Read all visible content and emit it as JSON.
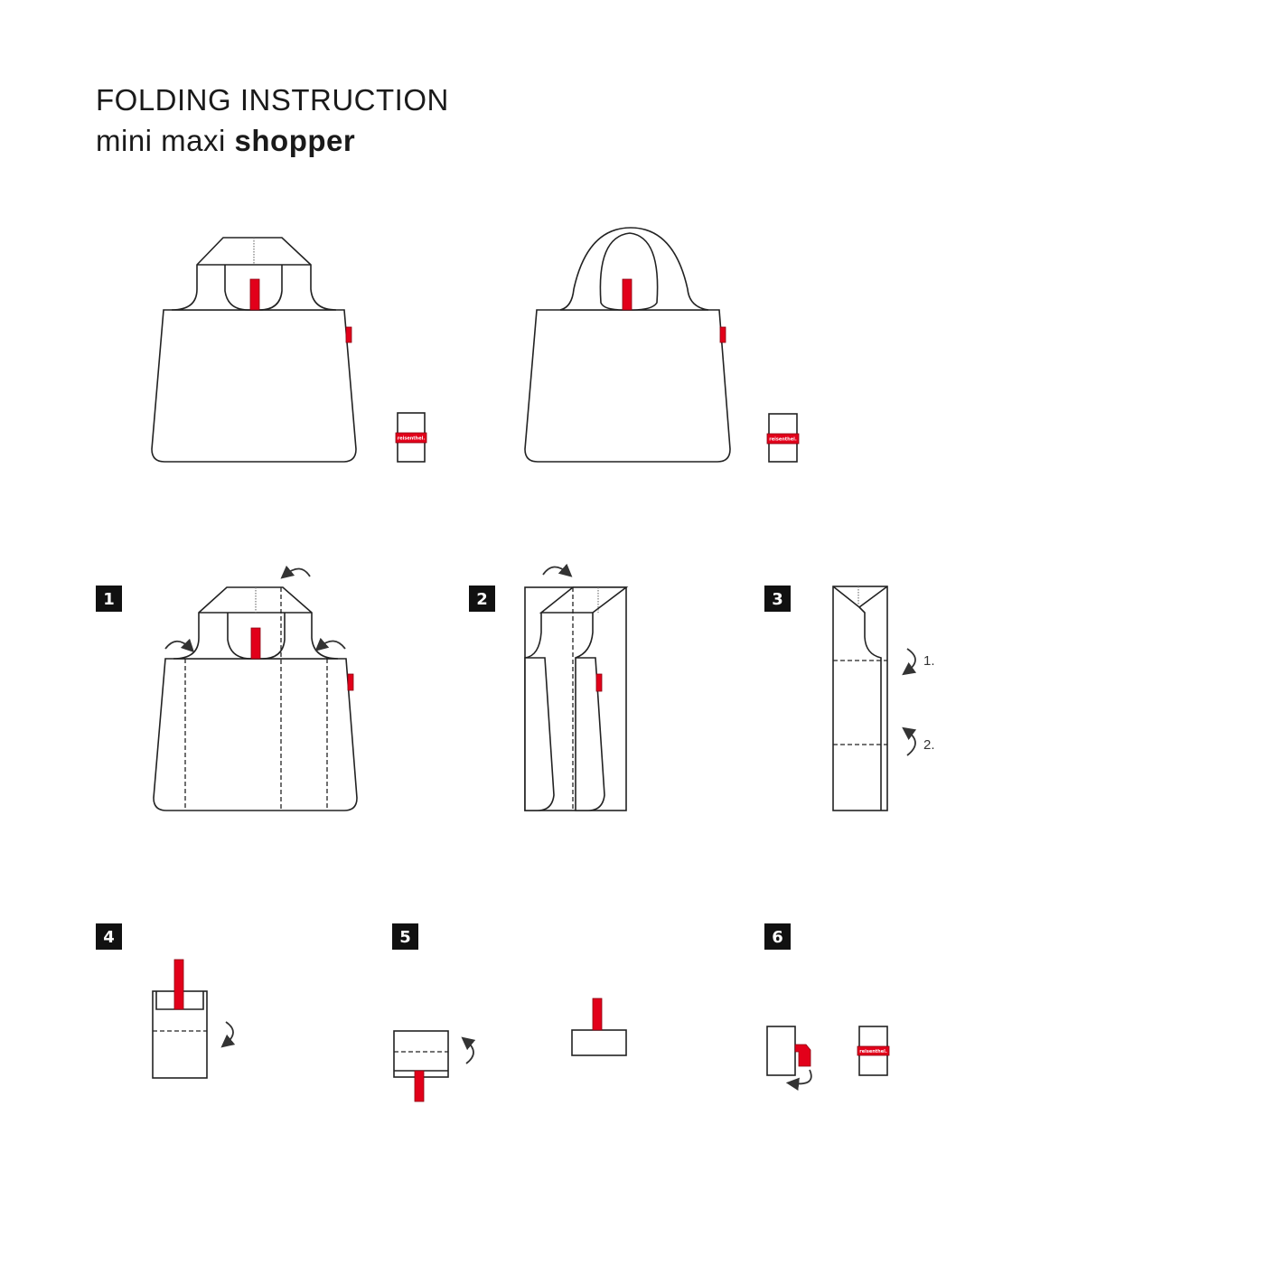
{
  "header": {
    "title": "FOLDING INSTRUCTION",
    "subtitle_light": "mini maxi",
    "subtitle_bold": "shopper"
  },
  "brand_label": "reisenthel.",
  "steps": [
    {
      "number": "1"
    },
    {
      "number": "2"
    },
    {
      "number": "3",
      "sub_labels": [
        "1.",
        "2."
      ]
    },
    {
      "number": "4"
    },
    {
      "number": "5"
    },
    {
      "number": "6"
    }
  ],
  "colors": {
    "accent_red": "#e2001a",
    "line": "#222222",
    "badge": "#111111"
  }
}
